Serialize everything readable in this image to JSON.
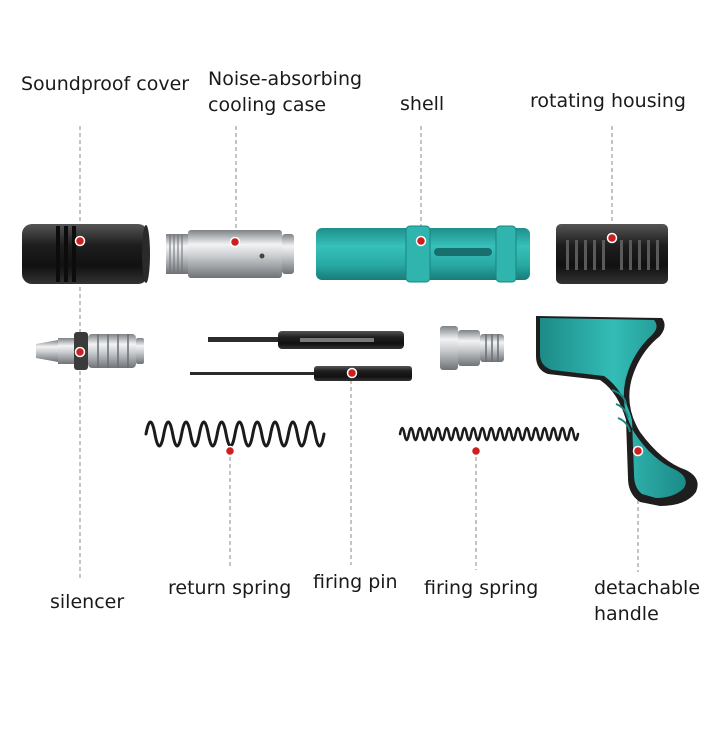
{
  "labels": {
    "soundproof_cover": "Soundproof cover",
    "cooling_case_line1": "Noise-absorbing",
    "cooling_case_line2": "cooling case",
    "shell": "shell",
    "rotating_housing": "rotating housing",
    "silencer": "silencer",
    "return_spring": "return spring",
    "firing_pin": "firing pin",
    "firing_spring": "firing spring",
    "handle_line1": "detachable",
    "handle_line2": "handle"
  },
  "colors": {
    "background": "#ffffff",
    "marker": "#cc1f1f",
    "leader": "#8a8a8a",
    "teal": "#2aa9a4",
    "teal_dark": "#1a8480",
    "black": "#1b1b1b",
    "steel": "#b9bcc0"
  }
}
